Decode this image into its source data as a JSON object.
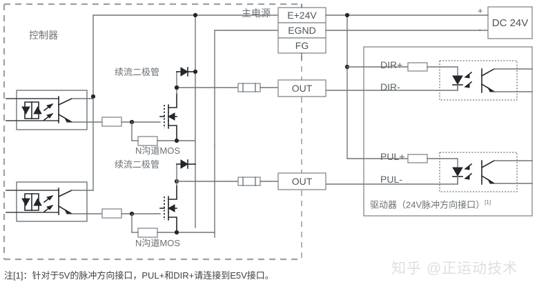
{
  "figure": {
    "type": "wiring-schematic",
    "title_note": "注[1]：针对于5V的脉冲方向接口，PUL+和DIR+请连接到E5V接口。",
    "watermark": "知乎 @正运动技术"
  },
  "controller": {
    "label": "控制器",
    "boundary": "dashed",
    "outputs": [
      {
        "name": "OUT",
        "label": "OUT",
        "freewheel_diode_label": "续流二极管",
        "mosfet_label": "N沟道MOS"
      },
      {
        "name": "OUT",
        "label": "OUT",
        "freewheel_diode_label": "续流二极管",
        "mosfet_label": "N沟道MOS"
      }
    ]
  },
  "power_terminal": {
    "title": "主电源",
    "rows": [
      {
        "label": "E+24V"
      },
      {
        "label": "EGND"
      },
      {
        "label": "FG"
      }
    ]
  },
  "power_supply": {
    "label": "DC 24V",
    "plus": "+",
    "minus": "-"
  },
  "driver": {
    "label": "驱动器（24V脉冲方向接口）",
    "label_superscript": "[1]",
    "pins": [
      {
        "label": "DIR+"
      },
      {
        "label": "DIR-"
      },
      {
        "label": "PUL+"
      },
      {
        "label": "PUL-"
      }
    ]
  },
  "colors": {
    "wire": "#6e7479",
    "wire_dark": "#3a3f44",
    "box_stroke": "#8a9096",
    "symbol": "#22262a",
    "dashed_boundary": "#9aa0a6",
    "text": "#5f6569",
    "watermark": "#dcdfe2",
    "background": "#ffffff"
  }
}
